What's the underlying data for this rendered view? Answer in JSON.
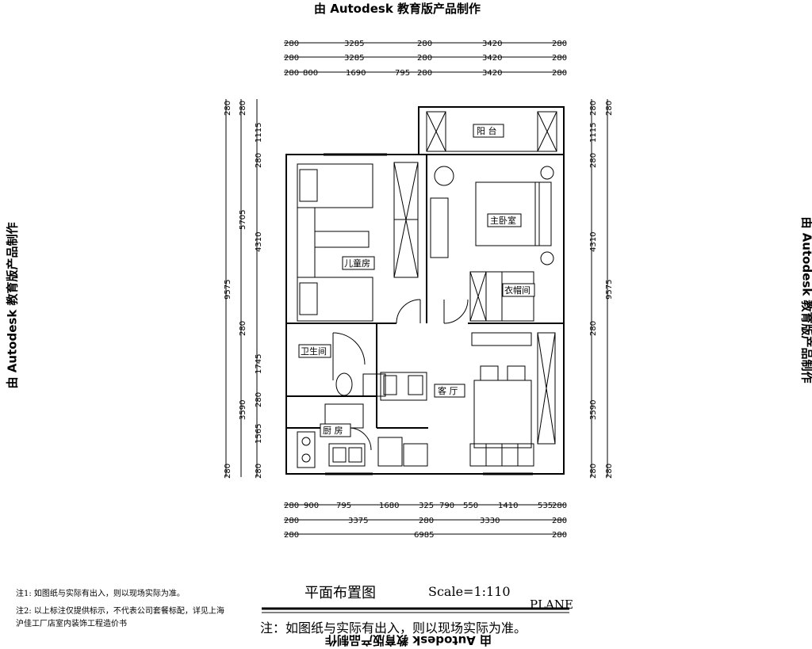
{
  "watermark": "由 Autodesk 教育版产品制作",
  "rooms": {
    "balcony": "阳  台",
    "master_bedroom": "主卧室",
    "kids_room": "儿童房",
    "closet": "衣帽间",
    "bathroom": "卫生间",
    "living_room": "客  厅",
    "kitchen": "厨  房"
  },
  "dims_top": {
    "row1": [
      "280",
      "3285",
      "280",
      "3420",
      "280"
    ],
    "row2": [
      "280",
      "3285",
      "280",
      "3420",
      "280"
    ],
    "row3": [
      "280",
      "800",
      "1690",
      "795",
      "280",
      "3420",
      "280"
    ]
  },
  "dims_bottom": {
    "row1": [
      "280",
      "900",
      "795",
      "1680",
      "325",
      "790",
      "550",
      "1410",
      "535",
      "280"
    ],
    "row2": [
      "280",
      "3375",
      "280",
      "3330",
      "280"
    ],
    "row3": [
      "280",
      "6985",
      "280"
    ]
  },
  "dims_left": {
    "outer": [
      "280",
      "9575",
      "3590",
      "280"
    ],
    "inner": [
      "280",
      "1115",
      "280",
      "5705",
      "4310",
      "280",
      "1745",
      "280",
      "1565",
      "280"
    ]
  },
  "dims_right": {
    "inner": [
      "280",
      "1115",
      "280",
      "4310",
      "280",
      "3590",
      "280"
    ],
    "outer": [
      "280",
      "9575",
      "280"
    ]
  },
  "notes": {
    "note1": "注1: 如图纸与实际有出入，则以现场实际为准。",
    "note2a": "注2: 以上标注仅提供标示，不代表公司套餐标配，详见上海",
    "note2b": "沪佳工厂店室内装饰工程造价书"
  },
  "title_block": {
    "title": "平面布置图",
    "scale": "Scale=1:110",
    "plane": "PLANE",
    "note": "注：如图纸与实际有出入，则以现场实际为准。"
  }
}
